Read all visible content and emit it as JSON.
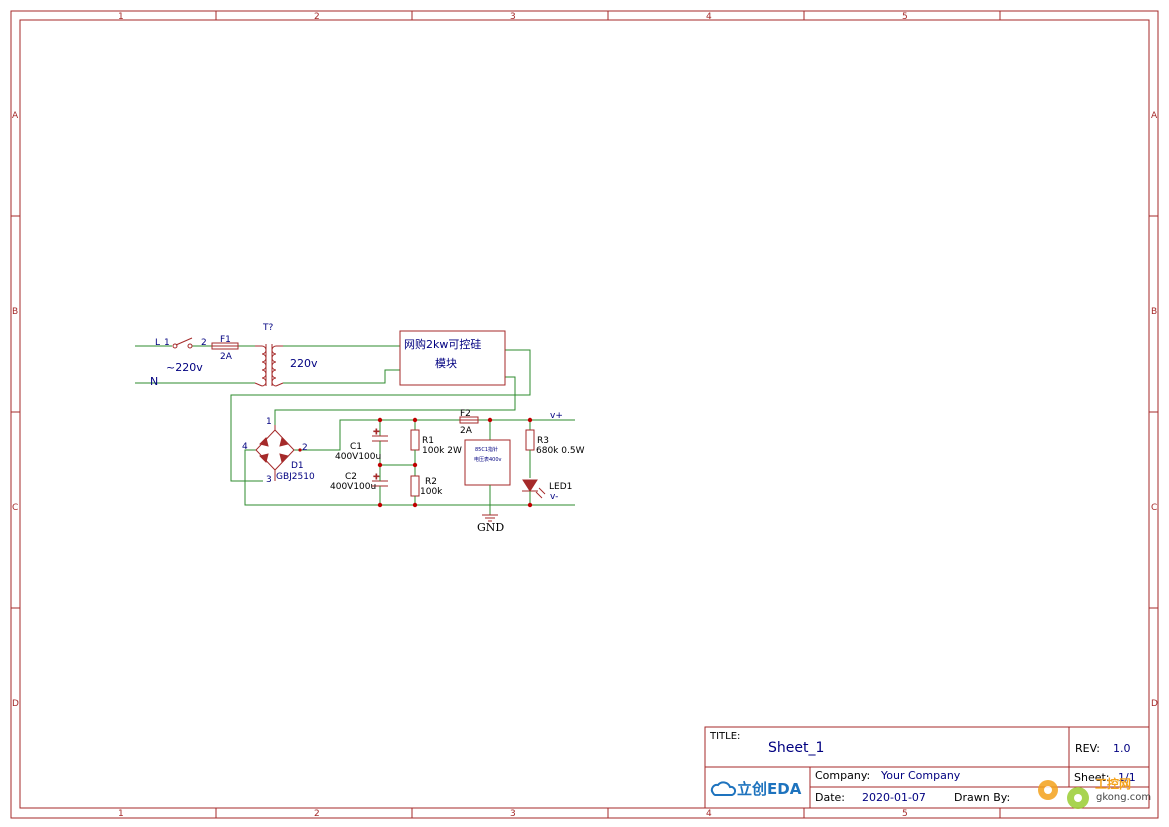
{
  "zones": {
    "columns": [
      "1",
      "2",
      "3",
      "4",
      "5"
    ],
    "rows": [
      "A",
      "B",
      "C",
      "D"
    ]
  },
  "schematic": {
    "line_l": "L",
    "switch_pin1": "1",
    "switch_pin2": "2",
    "line_n": "N",
    "input_voltage": "~220v",
    "fuse1_ref": "F1",
    "fuse1_value": "2A",
    "transformer_ref": "T?",
    "transformer_out": "220v",
    "scr_module_line1": "网购2kw可控硅",
    "scr_module_line2": "模块",
    "bridge_ref": "D1",
    "bridge_value": "GBJ2510",
    "bridge_pin_1": "1",
    "bridge_pin_2": "2",
    "bridge_pin_3": "3",
    "bridge_pin_4": "4",
    "c1_ref": "C1",
    "c1_value": "400V100u",
    "c2_ref": "C2",
    "c2_value": "400V100u",
    "r1_ref": "R1",
    "r1_value": "100k 2W",
    "r2_ref": "R2",
    "r2_value": "100k",
    "fuse2_ref": "F2",
    "fuse2_value": "2A",
    "meter_line1": "85C1指针",
    "meter_line2": "电压表400v",
    "r3_ref": "R3",
    "r3_value": "680k 0.5W",
    "led_ref": "LED1",
    "vplus": "v+",
    "vminus": "v-",
    "gnd": "GND"
  },
  "title_block": {
    "title_label": "TITLE:",
    "title": "Sheet_1",
    "rev_label": "REV:",
    "rev": "1.0",
    "logo_text": "立创EDA",
    "company_label": "Company:",
    "company": "Your Company",
    "sheet_label": "Sheet:",
    "sheet": "1/1",
    "date_label": "Date:",
    "date": "2020-01-07",
    "drawn_label": "Drawn By:"
  },
  "watermark": {
    "text1": "工控网",
    "text2": "gkong.com"
  },
  "colors": {
    "frame": "#a52a2a",
    "wire": "#2e8b2e",
    "label": "#000080",
    "junction": "#c00000"
  }
}
